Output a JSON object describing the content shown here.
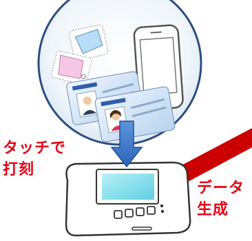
{
  "labels": {
    "touch_line1": "タッチで",
    "touch_line2": "打刻",
    "data_line1": "データ",
    "data_line2": "生成"
  },
  "colors": {
    "label": "#e60012",
    "arrow": "#3a73c4",
    "ribbon": "#cc0000",
    "circle_fill": "#dde8f4",
    "circle_stroke": "#2b4e80",
    "screen": "#8fe3ef"
  },
  "icons": [
    "card-reader",
    "smartphone",
    "employee-id-card",
    "ic-card",
    "arrow-down",
    "data-ribbon"
  ]
}
